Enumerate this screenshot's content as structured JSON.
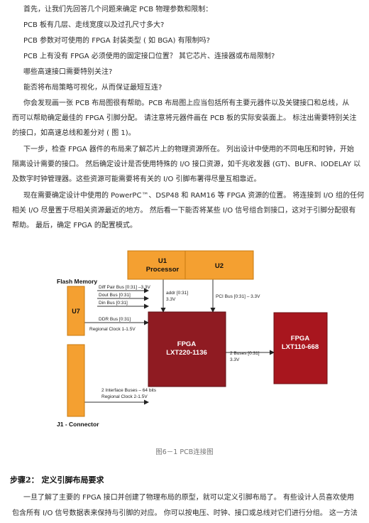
{
  "paragraphs": [
    "首先，让我们先回答几个问题来确定 PCB 物理参数和限制：",
    "PCB 板有几层、走线宽度以及过孔尺寸多大?",
    "PCB 参数对可使用的 FPGA 封装类型 ( 如 BGA) 有限制吗?",
    "PCB 上有没有 FPGA 必须使用的固定接口位置？ 其它芯片、连接器或布局限制?",
    "哪些高速接口需要特别关注?",
    "能否将布局策略可视化，从而保证最短互连?",
    "你会发现画一张 PCB 布局图很有帮助。PCB 布局图上应当包括所有主要元器件以及关键接口和总线，从",
    "而可以帮助确定最佳的 FPGA 引脚分配。 请注意将元器件画在 PCB 板的实际安装面上。 标注出需要特别关注",
    "的接口，如高速总线和差分对 ( 图 1)。",
    "下一步，检查 FPGA 器件的布局来了解芯片上的物理资源所在。 列出设计中使用的不同电压和时钟，开始",
    "隔离设计需要的接口。 然后确定设计是否使用特殊的 I/O 接口资源，如千兆收发器 (GT)、BUFR、IODELAY 以",
    "及数字时钟管理器。这些资源可能需要将有关的 I/O 引脚布署得尽量互相靠近。",
    "现在需要确定设计中使用的 PowerPC™、DSP48 和 RAM16 等 FPGA 资源的位置。 将连接到 I/O 组的任何",
    "相关 I/O 尽量置于尽相关资源最近的地方。 然后看一下能否将某些 I/O 信号组合到接口，这对于引脚分配很有",
    "帮助。 最后，确定 FPGA 的配置模式。",
    "一旦了解了主要的 FPGA 接口并创建了物理布局的原型，就可以定义引脚布局了。 有些设计人员喜欢使用",
    "包含所有 I/O 信号数据表来保持与引脚的对应。 你可以按电压、时钟、接口或总线对它们进行分组。 这一方法"
  ],
  "step_heading": "步骤2： 定义引脚布局要求",
  "figure": {
    "caption": "图6－1 PCB连接图",
    "flash_label": "Flash Memory",
    "connector_label": "J1 - Connector",
    "u1_line1": "U1",
    "u1_line2": "Processor",
    "u2_label": "U2",
    "u7_label": "U7",
    "fpga_main_line1": "FPGA",
    "fpga_main_line2": "LXT220-1136",
    "fpga_right_line1": "FPGA",
    "fpga_right_line2": "LXT110-668",
    "diff_pair": "Diff Pair Bus [0:31] –3.3V",
    "dout_bus": "Dout Bus [0:31]",
    "din_bus": "Din Bus [0:31]",
    "addr_line1": "addr [0:31]",
    "addr_line2": "3.3V",
    "pci_bus": "PCI Bus [0:31] – 3.3V",
    "ddr_bus": "DDR Bus [0:31]",
    "regional_clock1": "Regional Clock 1-1.5V",
    "two_buses_line1": "2 Buses [0:31]",
    "two_buses_line2": "3.3V",
    "interface_buses": "2 Interface Buses – 64 bits",
    "regional_clock2": "Regional Clock 2-1.5V",
    "colors": {
      "processor": "#f4a031",
      "fpga_main": "#8f1b22",
      "fpga_right": "#a8161e"
    }
  }
}
